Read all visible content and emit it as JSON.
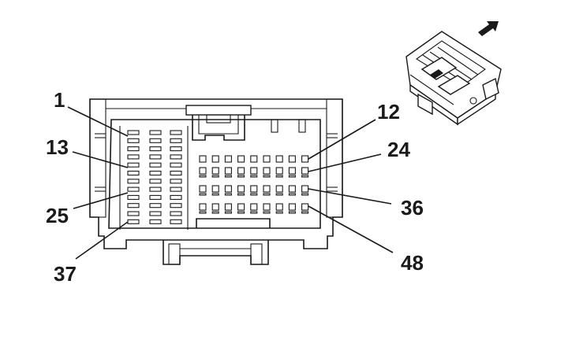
{
  "pin_labels": {
    "p1": "1",
    "p12": "12",
    "p13": "13",
    "p24": "24",
    "p25": "25",
    "p36": "36",
    "p37": "37",
    "p48": "48"
  },
  "icons": {
    "direction": "arrow-icon",
    "connector_view": "connector-isometric-icon"
  },
  "colors": {
    "line": "#1a1a1a",
    "background": "#ffffff"
  }
}
